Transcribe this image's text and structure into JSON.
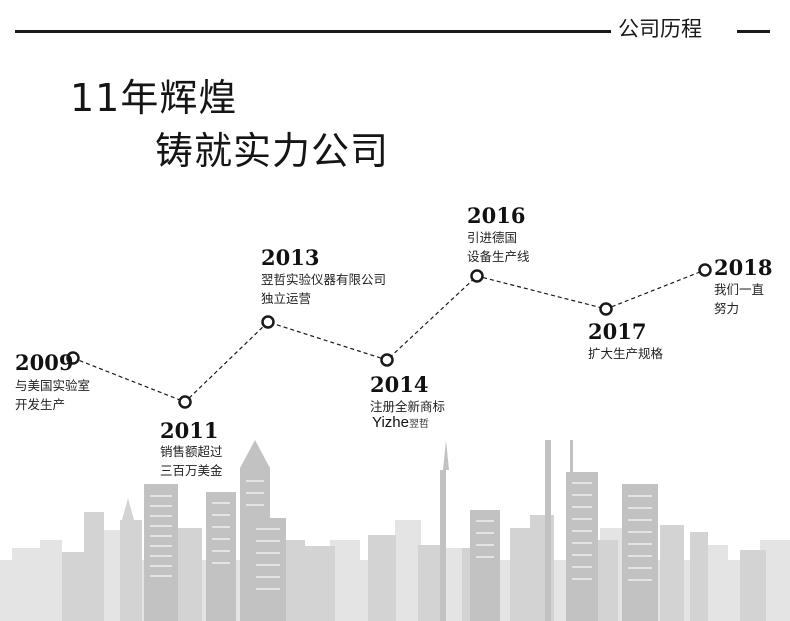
{
  "header": {
    "section_title": "公司历程"
  },
  "headline": {
    "line1": "11年辉煌",
    "line2": "铸就实力公司"
  },
  "milestones": [
    {
      "year": "2009",
      "desc": "与美国实验室\n开发生产"
    },
    {
      "year": "2011",
      "desc": "销售额超过\n三百万美金"
    },
    {
      "year": "2013",
      "desc": "翌哲实验仪器有限公司\n独立运营"
    },
    {
      "year": "2014",
      "desc": "注册全新商标"
    },
    {
      "year": "2016",
      "desc": "引进德国\n设备生产线"
    },
    {
      "year": "2017",
      "desc": "扩大生产规格"
    },
    {
      "year": "2018",
      "desc": "我们一直\n努力"
    }
  ],
  "logo": {
    "text": "Yizhe",
    "sub": "翌哲"
  },
  "colors": {
    "line": "#1a1a1a",
    "city_light": "#e2e2e2",
    "city_mid": "#cfcfcf",
    "city_dark": "#bdbdbd"
  }
}
